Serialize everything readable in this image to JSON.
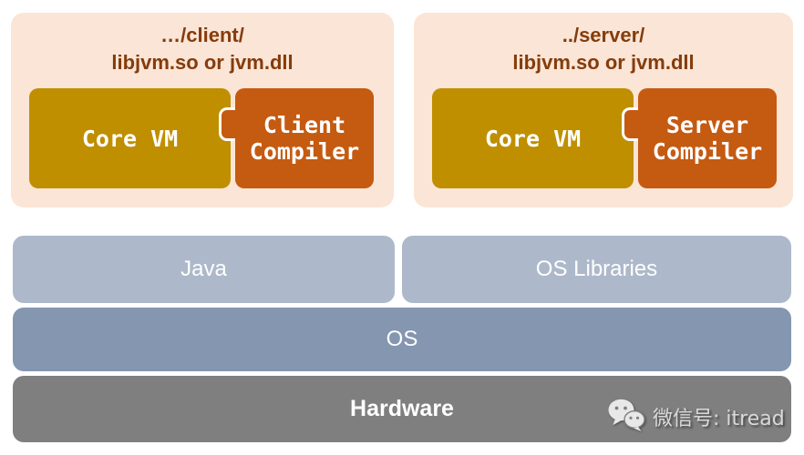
{
  "colors": {
    "container-bg": "#FBE5D6",
    "title-text": "#843C0C",
    "core-vm-bg": "#BF8F00",
    "compiler-bg": "#C55A11",
    "box-text": "#FFFFFF",
    "java-bg": "#ADB9CA",
    "os-lib-bg": "#ADB9CA",
    "os-bg": "#8496B0",
    "hardware-bg": "#7F7F7F",
    "layer-text": "#FFFFFF",
    "watermark-text": "#D9D9D9"
  },
  "modules": [
    {
      "title_line1": "…/client/",
      "title_line2": "libjvm.so or jvm.dll",
      "core_vm_label": "Core VM",
      "compiler_label_line1": "Client",
      "compiler_label_line2": "Compiler"
    },
    {
      "title_line1": "../server/",
      "title_line2": "libjvm.so or jvm.dll",
      "core_vm_label": "Core VM",
      "compiler_label_line1": "Server",
      "compiler_label_line2": "Compiler"
    }
  ],
  "layers": [
    {
      "label": "Java"
    },
    {
      "label": "OS Libraries"
    },
    {
      "label": "OS"
    },
    {
      "label": "Hardware"
    }
  ],
  "watermark": {
    "icon": "wechat-icon",
    "label": "微信号: itread"
  }
}
